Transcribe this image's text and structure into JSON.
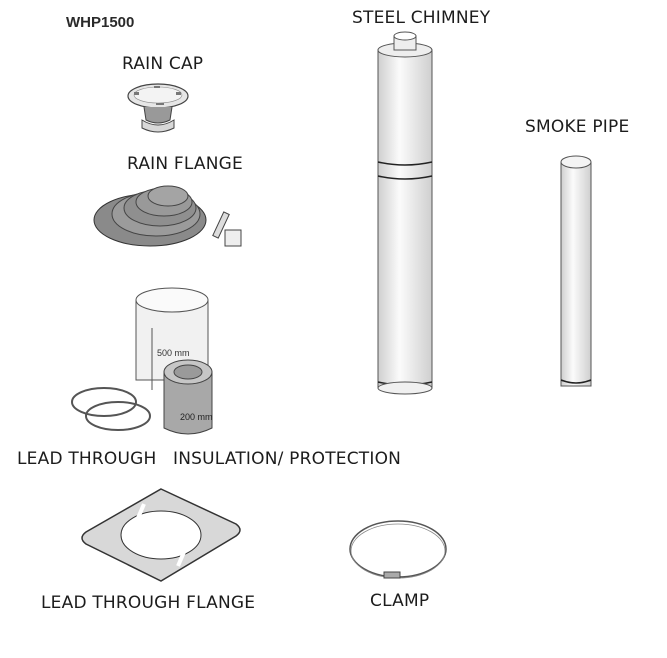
{
  "product_code": "WHP1500",
  "parts": {
    "rain_cap": {
      "label": "RAIN CAP"
    },
    "rain_flange": {
      "label": "RAIN FLANGE"
    },
    "steel_chimney": {
      "label": "STEEL CHIMNEY"
    },
    "smoke_pipe": {
      "label": "SMOKE PIPE"
    },
    "insulation": {
      "label_left": "LEAD THROUGH",
      "label_right": "INSULATION/ PROTECTION",
      "sheet_height": "500 mm",
      "ring_height": "200 mm"
    },
    "lead_through_flange": {
      "label": "LEAD THROUGH FLANGE"
    },
    "clamp": {
      "label": "CLAMP"
    }
  },
  "colors": {
    "outline": "#333333",
    "metal_light": "#eeeeee",
    "metal_mid": "#d4d4d4",
    "rubber": "#8f8f8f",
    "insulation_gray": "#a6a6a6",
    "flange_gray": "#d9d9d9"
  }
}
